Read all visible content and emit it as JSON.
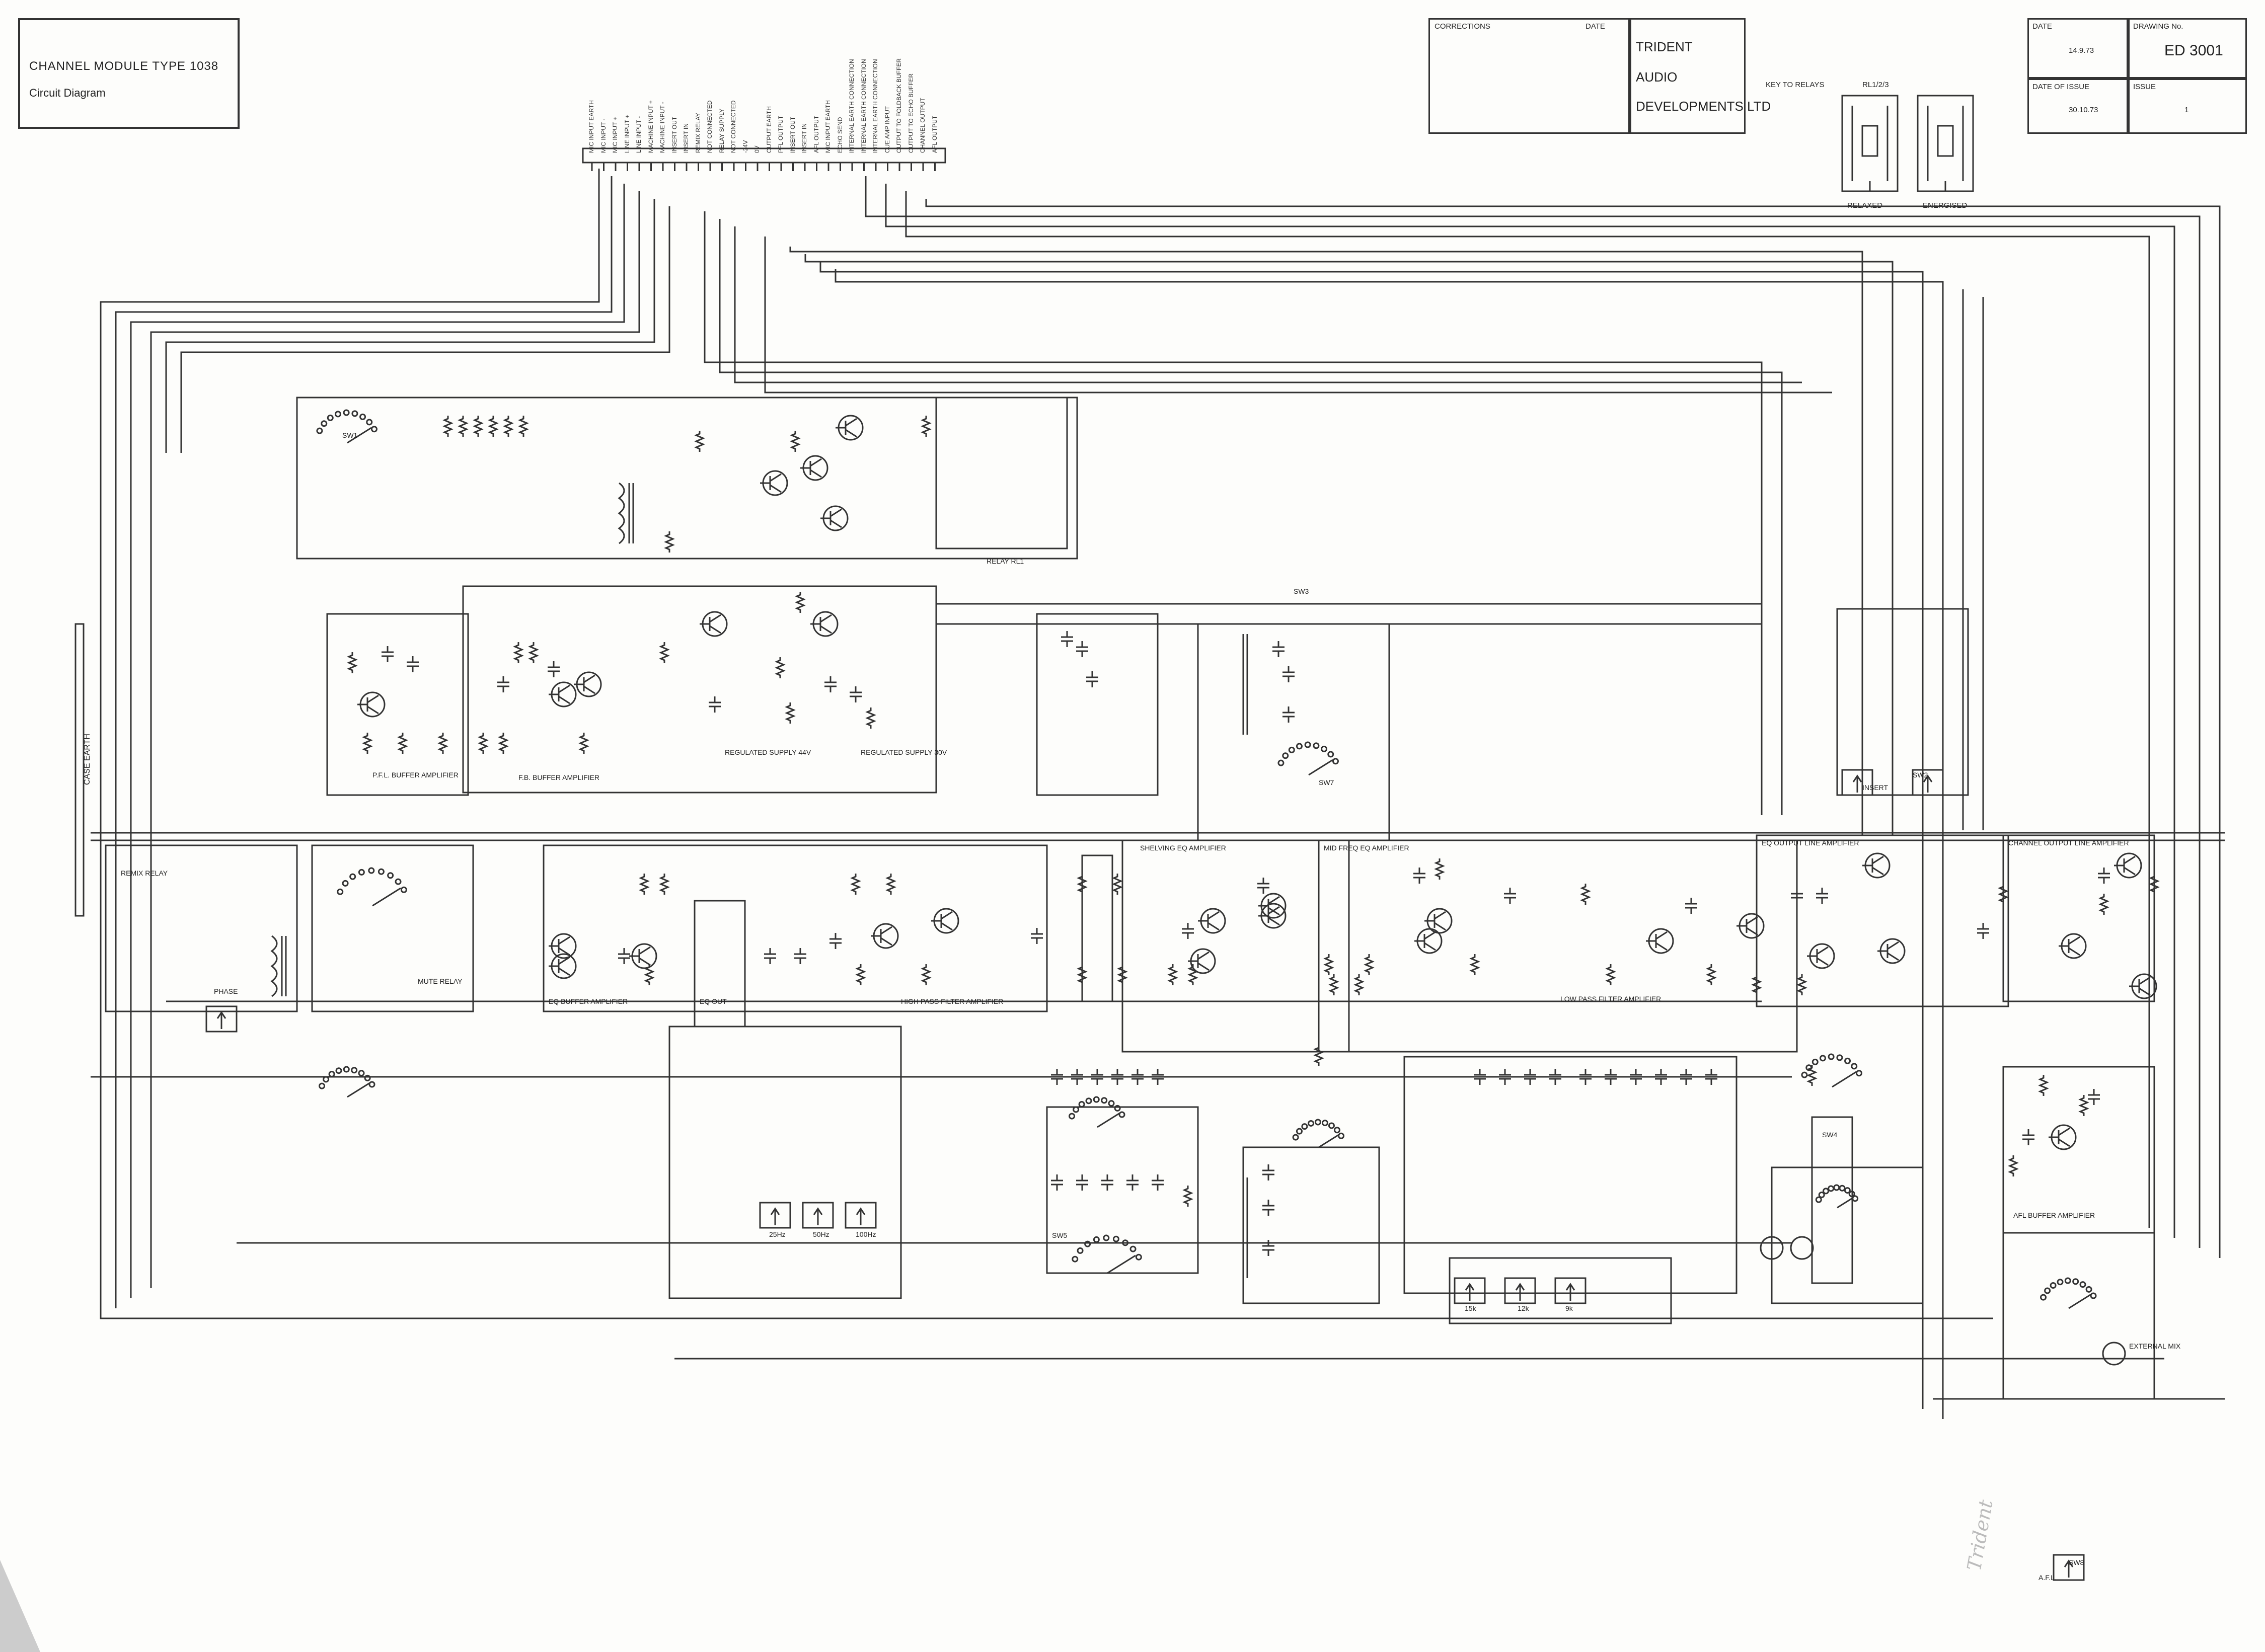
{
  "title_block": {
    "title": "CHANNEL MODULE TYPE 1038",
    "subtitle": "Circuit Diagram",
    "corrections_label": "CORRECTIONS",
    "date_label": "DATE",
    "company": [
      "TRIDENT",
      "AUDIO",
      "DEVELOPMENTS LTD"
    ],
    "date_header": "DATE",
    "date_value": "14.9.73",
    "drawing_no_header": "DRAWING No.",
    "drawing_no": "ED 3001",
    "date_of_issue_header": "DATE OF ISSUE",
    "date_of_issue_value": "30.10.73",
    "issue_header": "ISSUE",
    "issue_value": "1"
  },
  "relay_key": {
    "label": "KEY TO RELAYS",
    "relay_name": "RL1/2/3",
    "relaxed": "RELAXED",
    "energised": "ENERGISED"
  },
  "connector_pins": [
    "MIC INPUT EARTH",
    "MIC INPUT -",
    "MIC INPUT +",
    "LINE INPUT +",
    "LINE INPUT -",
    "MACHINE INPUT +",
    "MACHINE INPUT -",
    "INSERT OUT",
    "INSERT IN",
    "REMIX RELAY",
    "NOT CONNECTED",
    "RELAY SUPPLY",
    "NOT CONNECTED",
    "-24V",
    "0V",
    "OUTPUT EARTH",
    "PFL OUTPUT",
    "INSERT OUT",
    "INSERT IN",
    "AFL OUTPUT",
    "MIC INPUT EARTH",
    "ECHO SEND",
    "INTERNAL EARTH CONNECTION",
    "INTERNAL EARTH CONNECTION",
    "INTERNAL EARTH CONNECTION",
    "CUE AMP INPUT",
    "OUTPUT TO FOLDBACK BUFFER",
    "OUTPUT TO ECHO BUFFER",
    "CHANNEL OUTPUT",
    "AFL OUTPUT"
  ],
  "blocks": {
    "pfl_buffer": "P.F.L. BUFFER AMPLIFIER",
    "fb_buffer": "F.B. BUFFER AMPLIFIER",
    "reg_44": "REGULATED SUPPLY 44V",
    "reg_30": "REGULATED SUPPLY 30V",
    "relay_rl1": "RELAY RL1",
    "remix_relay": "REMIX RELAY",
    "phase": "PHASE",
    "mute_relay": "MUTE RELAY",
    "eq_buffer": "EQ BUFFER AMPLIFIER",
    "eq_out": "EQ OUT",
    "hpf": "HIGH PASS FILTER AMPLIFIER",
    "shelving": "SHELVING EQ AMPLIFIER",
    "mid_freq": "MID FREQ EQ AMPLIFIER",
    "lpf": "LOW PASS FILTER AMPLIFIER",
    "eq_output": "EQ OUTPUT LINE AMPLIFIER",
    "channel_output": "CHANNEL OUTPUT LINE AMPLIFIER",
    "afl_buffer": "AFL BUFFER AMPLIFIER",
    "insert": "INSERT",
    "afl": "A.F.L.",
    "case_earth": "CASE EARTH",
    "external_mix": "EXTERNAL MIX",
    "sw1": "SW1",
    "sw2": "SW2",
    "sw3": "SW3",
    "sw4": "SW4",
    "sw5": "SW5",
    "sw7": "SW7",
    "sw8": "SW8"
  },
  "freq_labels": {
    "hpf": [
      "25Hz",
      "50Hz",
      "100Hz"
    ],
    "lpf": [
      "15k",
      "12k",
      "9k"
    ]
  },
  "handwritten": "Trident"
}
